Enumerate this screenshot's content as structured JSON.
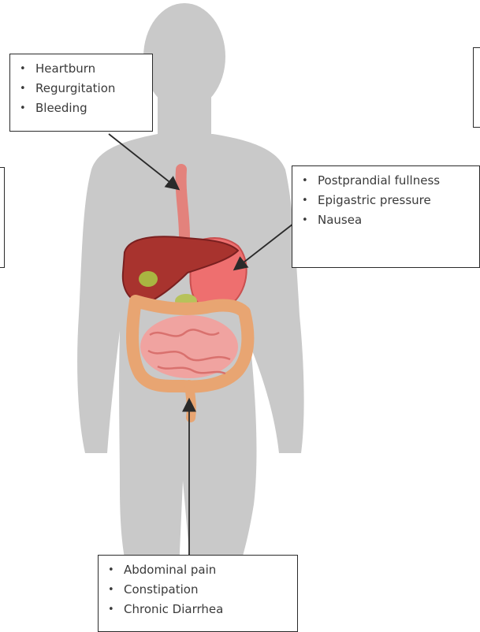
{
  "callouts": {
    "esophagus": {
      "items": [
        "Heartburn",
        "Regurgitation",
        "Bleeding"
      ]
    },
    "stomach": {
      "items": [
        "Postprandial fullness",
        "Epigastric pressure",
        "Nausea"
      ]
    },
    "intestine": {
      "items": [
        "Abdominal pain",
        "Constipation",
        "Chronic Diarrhea"
      ]
    }
  },
  "colors": {
    "silhouette": "#c9c9c9",
    "liver": "#a8332e",
    "stomach": "#ee6f6f",
    "small_intestine": "#f0a3a0",
    "large_intestine": "#e8a572",
    "esophagus": "#e3827c",
    "gallbladder": "#a9b541",
    "arrow": "#2a2a2a"
  }
}
